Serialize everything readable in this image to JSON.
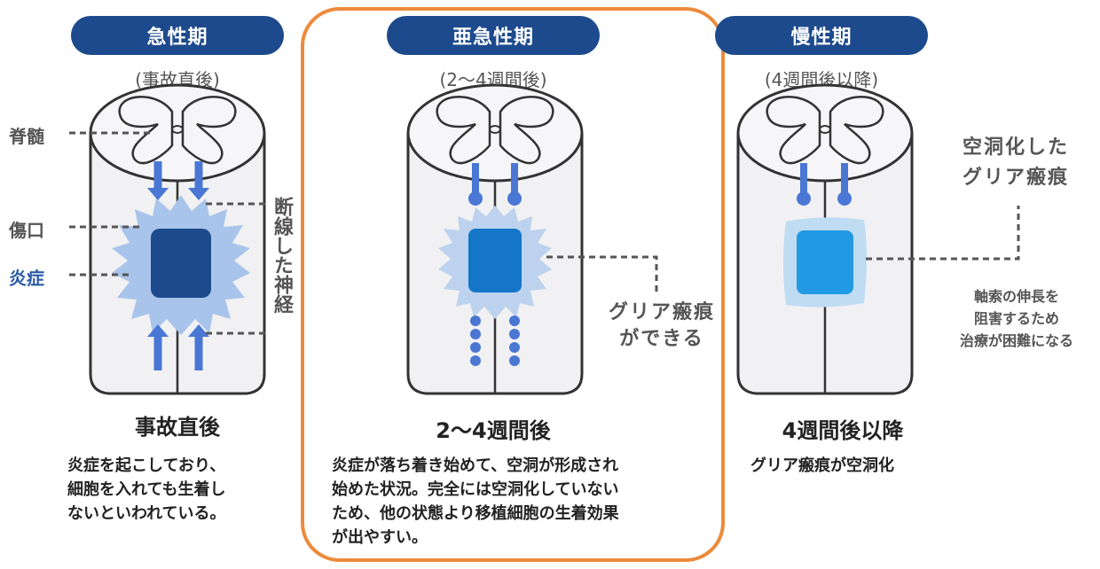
{
  "stages": [
    {
      "label": "急性期",
      "timing": "(事故直後)",
      "heading": "事故直後",
      "description": "炎症を起こしており、\n細胞を入れても生着し\nないといわれている。"
    },
    {
      "label": "亜急性期",
      "timing": "(2〜4週間後)",
      "heading": "2〜4週間後",
      "description": "炎症が落ち着き始めて、空洞が形成され\n始めた状況。完全には空洞化していない\nため、他の状態より移植細胞の生着効果\nが出やすい。",
      "highlighted": true
    },
    {
      "label": "慢性期",
      "timing": "(4週間後以降)",
      "heading": "4週間後以降",
      "description": "グリア瘢痕が空洞化"
    }
  ],
  "labels": {
    "spinal_cord": "脊髄",
    "wound": "傷口",
    "inflammation": "炎症",
    "severed_nerve": "断線した神経",
    "glial_scar_forms": "グリア瘢痕\nができる",
    "cavitated_glial_scar": "空洞化した\nグリア瘢痕",
    "axon_note": "軸索の伸長を\n阻害するため\n治療が困難になる"
  },
  "colors": {
    "navy": "#1d4a8c",
    "highlight_orange": "#ec8a3b",
    "inflammation_text": "#2a5aa6",
    "arrow_blue": "#4a77d4"
  }
}
